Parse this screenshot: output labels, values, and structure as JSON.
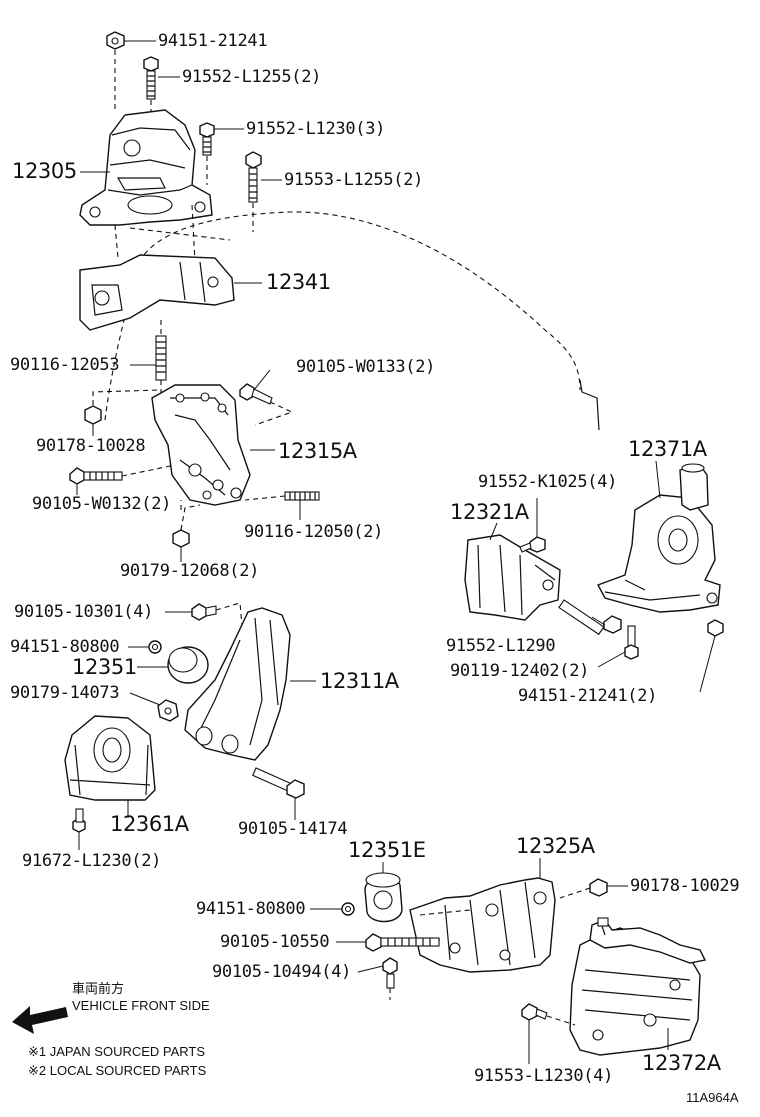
{
  "labels": {
    "p94151_21241": "94151-21241",
    "p91552_L1255": "91552-L1255(2)",
    "p91552_L1230": "91552-L1230(3)",
    "p12305": "12305",
    "p91553_L1255": "91553-L1255(2)",
    "p12341": "12341",
    "p90116_12053": "90116-12053",
    "p90105_W0133": "90105-W0133(2)",
    "p90178_10028": "90178-10028",
    "p12315A": "12315A",
    "p90105_W0132": "90105-W0132(2)",
    "p90116_12050": "90116-12050(2)",
    "p90179_12068": "90179-12068(2)",
    "p12371A": "12371A",
    "p91552_K1025": "91552-K1025(4)",
    "p12321A": "12321A",
    "p91552_L1290": "91552-L1290",
    "p90119_12402": "90119-12402(2)",
    "p94151_21241b": "94151-21241(2)",
    "p90105_10301": "90105-10301(4)",
    "p94151_80800": "94151-80800",
    "p12351": "12351",
    "p12311A": "12311A",
    "p90179_14073": "90179-14073",
    "p12361A": "12361A",
    "p90105_14174": "90105-14174",
    "p91672_L1230": "91672-L1230(2)",
    "p12351E": "12351E",
    "p12325A": "12325A",
    "p94151_80800b": "94151-80800",
    "p90178_10029": "90178-10029",
    "p90105_10550": "90105-10550",
    "p90105_10494": "90105-10494(4)",
    "p91553_L1230": "91553-L1230(4)",
    "p12372A": "12372A"
  },
  "legend": {
    "front_jp": "車両前方",
    "front_en": "VEHICLE FRONT SIDE",
    "note1": "※1 JAPAN SOURCED PARTS",
    "note2": "※2 LOCAL SOURCED PARTS"
  },
  "figure_code": "11A964A",
  "icons": {
    "front_arrow": "left-arrow-icon"
  }
}
